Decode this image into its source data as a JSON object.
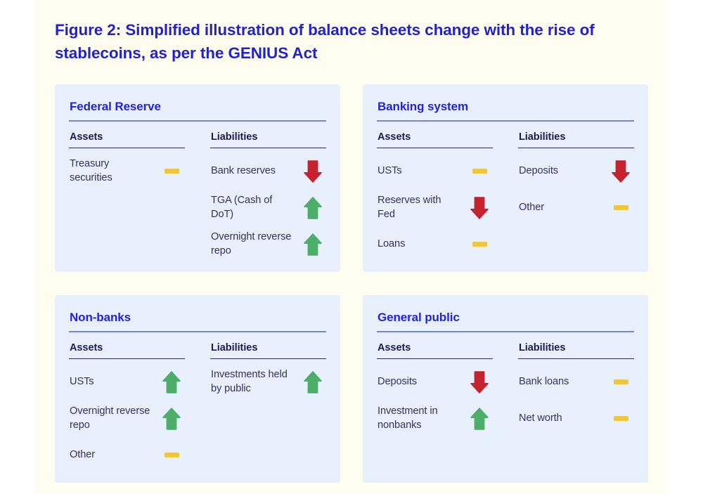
{
  "figure": {
    "title": "Figure 2: Simplified illustration of balance sheets change with the rise of stablecoins, as per the GENIUS Act",
    "colors": {
      "page_background": "#fffcf0",
      "card_background": "#e8f0fd",
      "title_blue": "#2222cc",
      "card_title_blue": "#2222dd",
      "column_head_navy": "#1b1b4d",
      "body_navy": "#33335c",
      "card_rule": "#7b85d6",
      "column_rule": "#2b2b5e",
      "arrow_up_green": "#4cae68",
      "arrow_down_red": "#c4222d",
      "neutral_dash_yellow": "#efc63f"
    },
    "column_headers": {
      "assets": "Assets",
      "liabilities": "Liabilities"
    },
    "markers": {
      "up": "arrow-up-icon",
      "down": "arrow-down-icon",
      "flat": "neutral-dash-icon"
    }
  },
  "panels": [
    {
      "title": "Federal Reserve",
      "assets": [
        {
          "label": "Treasury securities",
          "marker": "flat"
        }
      ],
      "liabilities": [
        {
          "label": "Bank reserves",
          "marker": "down"
        },
        {
          "label": "TGA (Cash of DoT)",
          "marker": "up"
        },
        {
          "label": "Overnight reverse repo",
          "marker": "up"
        }
      ]
    },
    {
      "title": "Banking system",
      "assets": [
        {
          "label": "USTs",
          "marker": "flat"
        },
        {
          "label": "Reserves with Fed",
          "marker": "down"
        },
        {
          "label": "Loans",
          "marker": "flat"
        }
      ],
      "liabilities": [
        {
          "label": "Deposits",
          "marker": "down"
        },
        {
          "label": "Other",
          "marker": "flat"
        }
      ]
    },
    {
      "title": "Non-banks",
      "assets": [
        {
          "label": "USTs",
          "marker": "up"
        },
        {
          "label": "Overnight reverse repo",
          "marker": "up"
        },
        {
          "label": "Other",
          "marker": "flat"
        }
      ],
      "liabilities": [
        {
          "label": "Investments held by public",
          "marker": "up"
        }
      ]
    },
    {
      "title": "General public",
      "assets": [
        {
          "label": "Deposits",
          "marker": "down"
        },
        {
          "label": "Investment in nonbanks",
          "marker": "up"
        }
      ],
      "liabilities": [
        {
          "label": "Bank loans",
          "marker": "flat"
        },
        {
          "label": "Net worth",
          "marker": "flat"
        }
      ]
    }
  ]
}
